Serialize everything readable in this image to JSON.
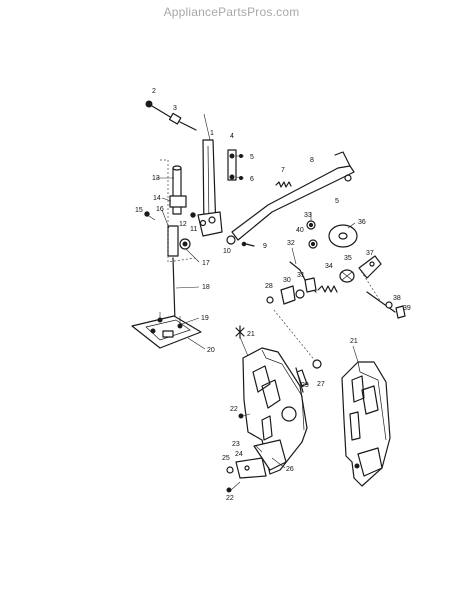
{
  "watermark": "AppliancePartsPros.com",
  "callouts": {
    "p1": "1",
    "p2": "2",
    "p3": "3",
    "p4": "4",
    "p5a": "5",
    "p5b": "5",
    "p6": "6",
    "p7": "7",
    "p8": "8",
    "p9": "9",
    "p10": "10",
    "p11": "11",
    "p12": "12",
    "p13": "13",
    "p14": "14",
    "p15": "15",
    "p16": "16",
    "p17": "17",
    "p18": "18",
    "p19": "19",
    "p20": "20",
    "p21a": "21",
    "p21b": "21",
    "p22a": "22",
    "p22b": "22",
    "p23": "23",
    "p24": "24",
    "p25": "25",
    "p26": "26",
    "p27": "27",
    "p28": "28",
    "p29": "29",
    "p30": "30",
    "p31": "31",
    "p32": "32",
    "p33": "33",
    "p34": "34",
    "p35": "35",
    "p36": "36",
    "p37": "37",
    "p38": "38",
    "p39": "39",
    "p40": "40"
  }
}
